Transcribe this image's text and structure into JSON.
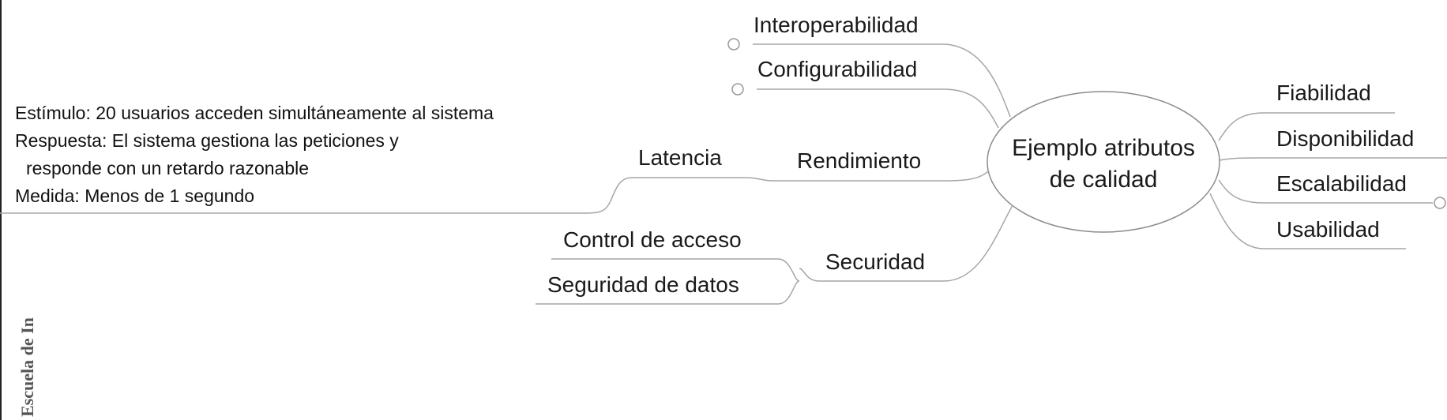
{
  "center": {
    "line1": "Ejemplo atributos",
    "line2": "de calidad"
  },
  "left_branches": {
    "interoperabilidad": "Interoperabilidad",
    "configurabilidad": "Configurabilidad",
    "rendimiento": "Rendimiento",
    "latencia": "Latencia",
    "securidad": "Securidad",
    "control_acceso": "Control de acceso",
    "seguridad_datos": "Seguridad de datos"
  },
  "right_branches": {
    "fiabilidad": "Fiabilidad",
    "disponibilidad": "Disponibilidad",
    "escalabilidad": "Escalabilidad",
    "usabilidad": "Usabilidad"
  },
  "latency_note": {
    "estimulo": "Estímulo: 20 usuarios acceden simultáneamente al sistema",
    "respuesta_1": "Respuesta: El sistema gestiona las peticiones y",
    "respuesta_2": "responde con un retardo razonable",
    "medida": "Medida: Menos de 1 segundo"
  },
  "side_watermark": "Escuela de In",
  "colors": {
    "line": "#a6a6a6",
    "text": "#1a1a1a",
    "border": "#222222"
  }
}
